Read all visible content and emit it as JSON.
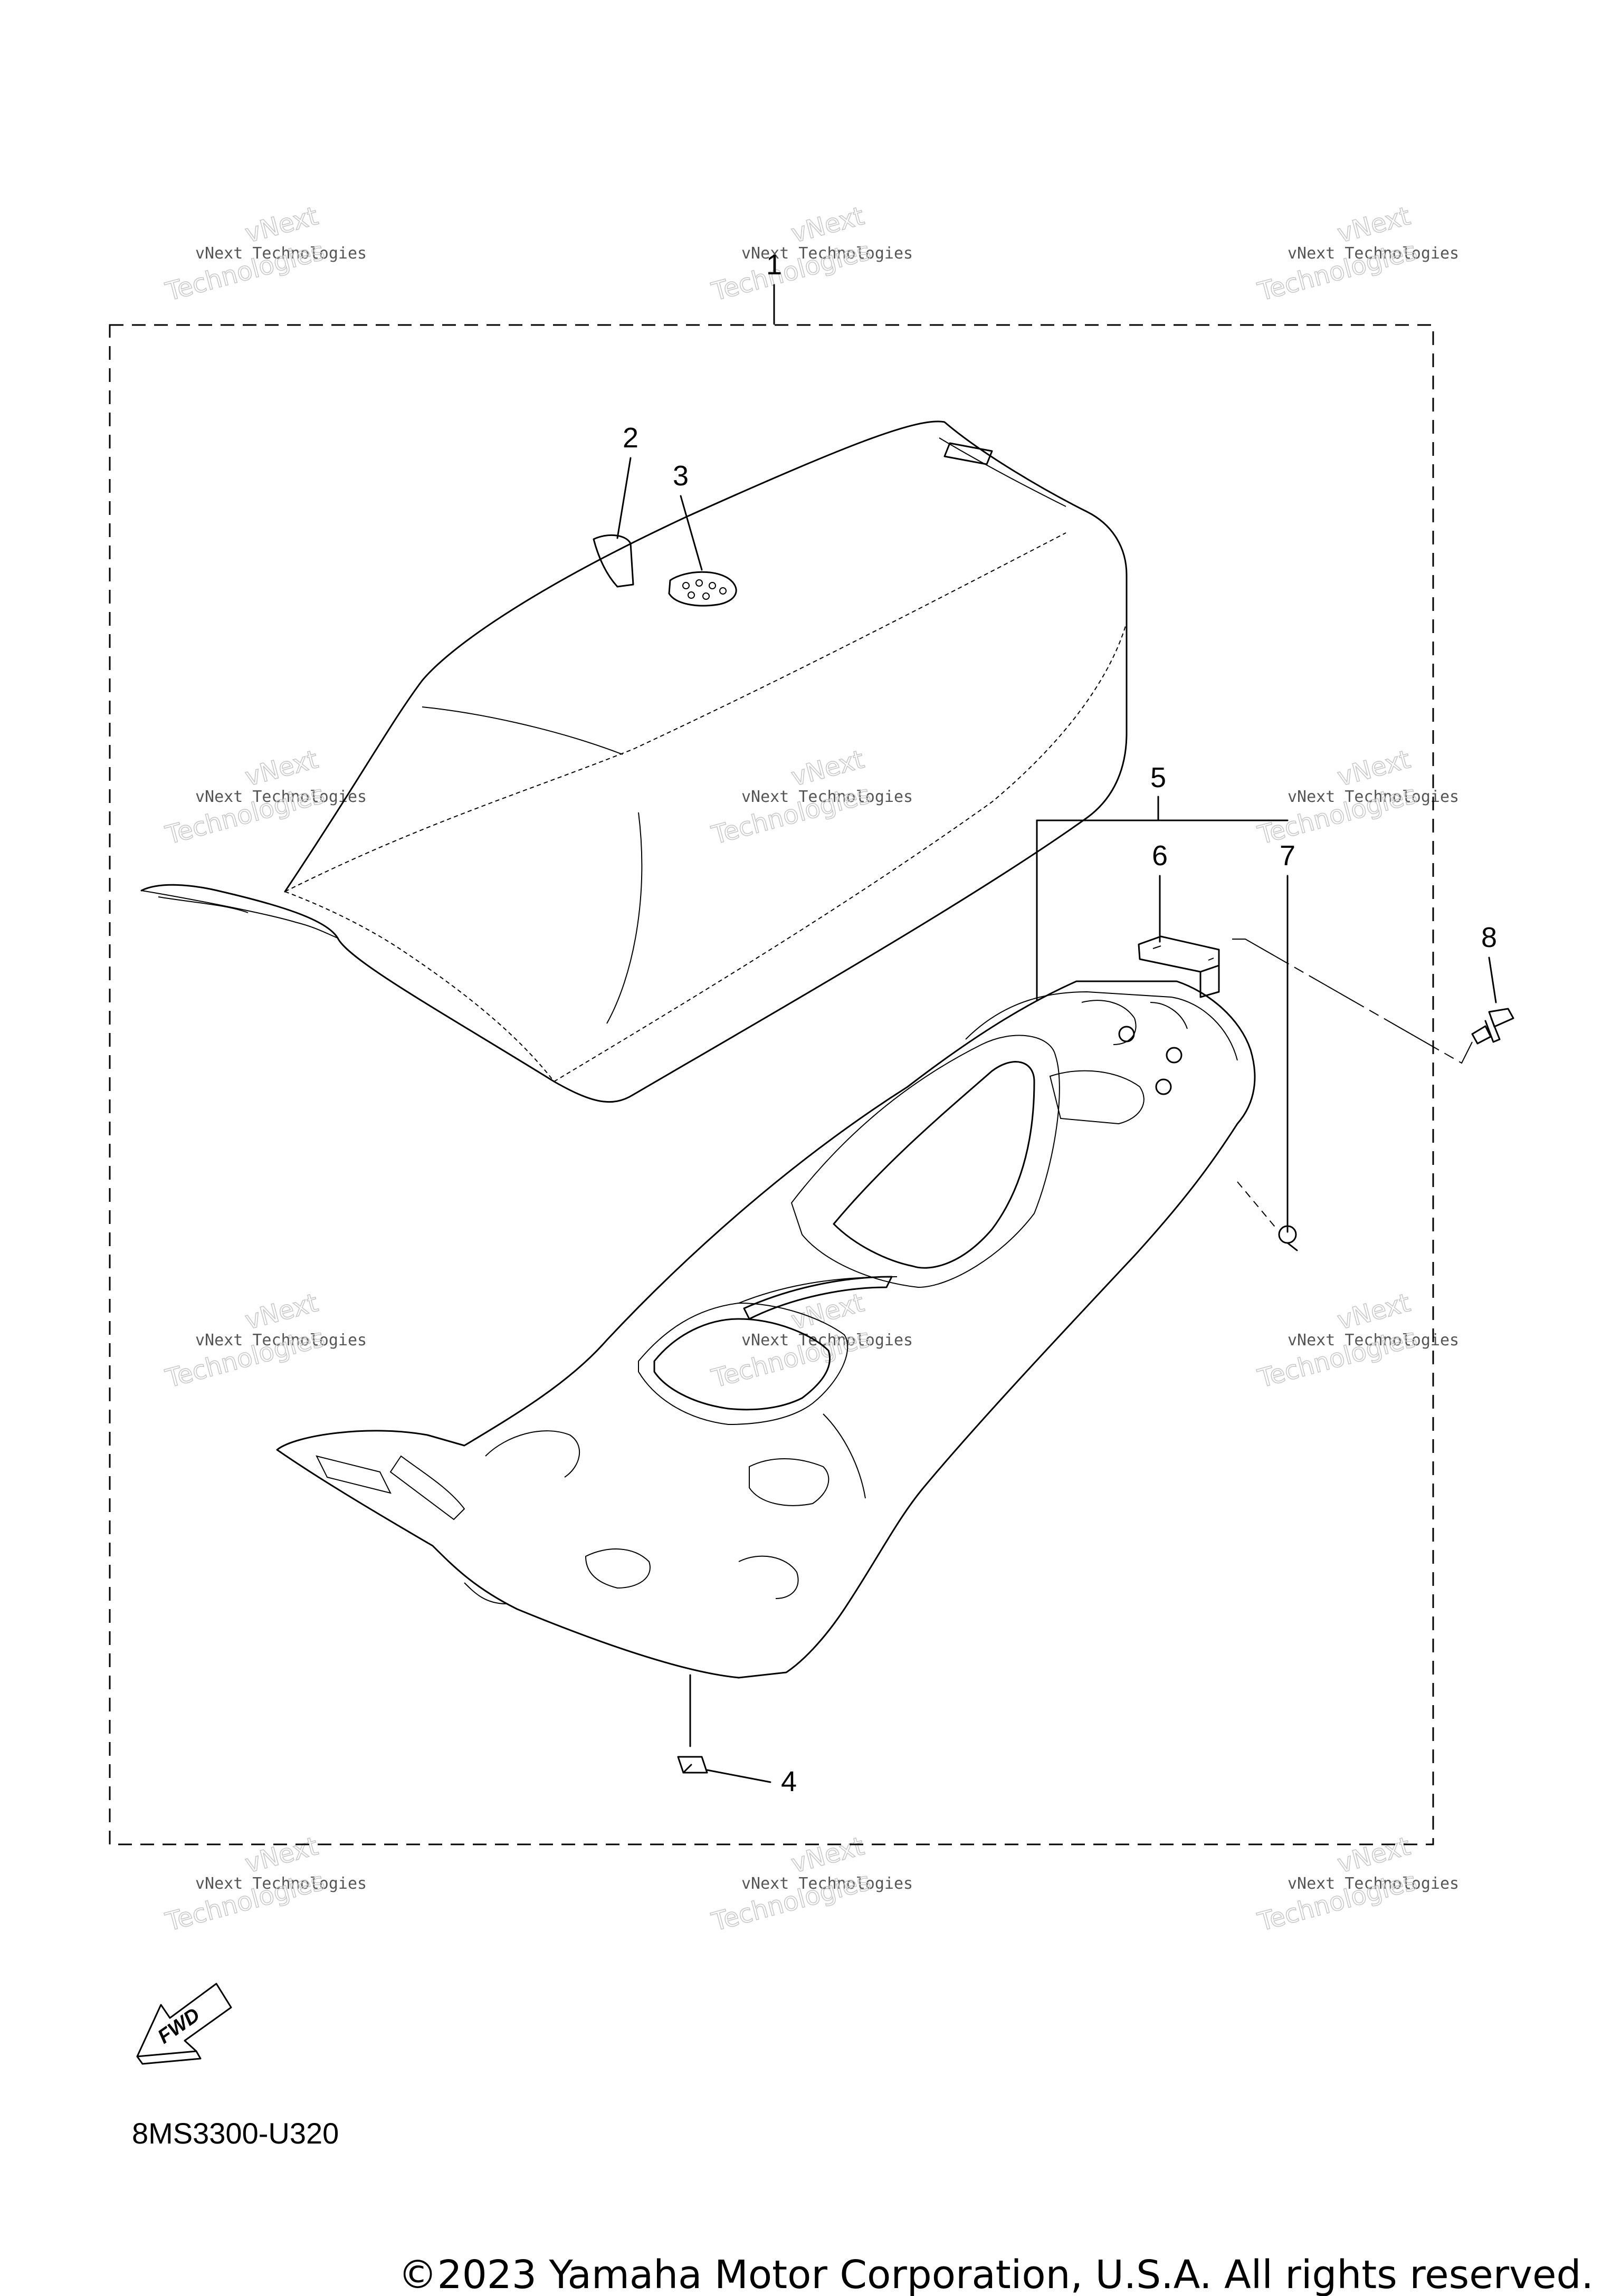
{
  "callouts": {
    "c1": "1",
    "c2": "2",
    "c3": "3",
    "c4": "4",
    "c5": "5",
    "c6": "6",
    "c7": "7",
    "c8": "8"
  },
  "watermark": {
    "line1": "vNext Technologies",
    "line2a": "vNext",
    "line2b": "Technologies"
  },
  "fwd_label": "FWD",
  "diagram_code": "8MS3300-U320",
  "copyright": "©2023 Yamaha Motor Corporation, U.S.A. All rights reserved."
}
